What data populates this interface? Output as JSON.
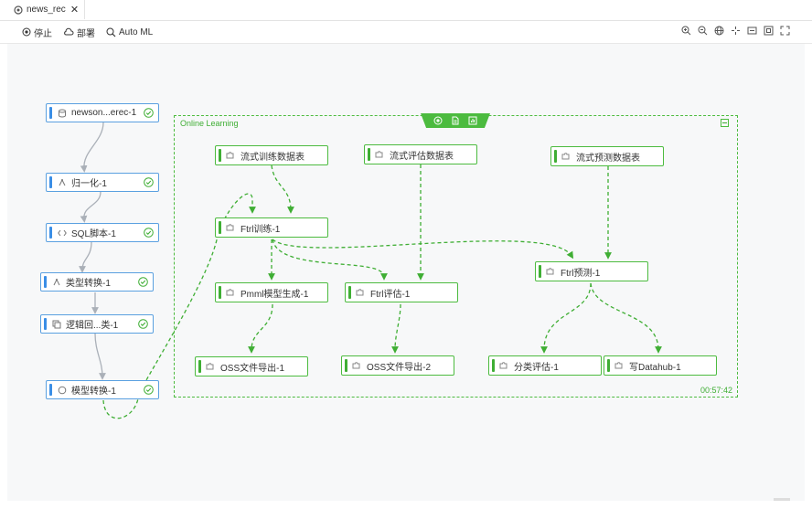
{
  "tab": {
    "title": "news_rec",
    "close": "✕"
  },
  "toolbar": {
    "stop": "停止",
    "deploy": "部署",
    "automl": "Auto ML"
  },
  "right_icons": [
    "zoom-in-icon",
    "zoom-out-icon",
    "globe-icon",
    "fit-icon",
    "minimap-icon",
    "fullscreen-icon",
    "expand-icon"
  ],
  "left_nodes": [
    {
      "label": "newson...erec-1",
      "icon": "database-icon"
    },
    {
      "label": "归一化-1",
      "icon": "component-icon"
    },
    {
      "label": "SQL脚本-1",
      "icon": "code-icon"
    },
    {
      "label": "类型转换-1",
      "icon": "component-icon"
    },
    {
      "label": "逻辑回...类-1",
      "icon": "copy-icon"
    },
    {
      "label": "模型转换-1",
      "icon": "circle-icon"
    }
  ],
  "group": {
    "title": "Online Learning",
    "timer": "00:57:42"
  },
  "stream_nodes": [
    {
      "label": "流式训练数据表"
    },
    {
      "label": "流式评估数据表"
    },
    {
      "label": "流式预测数据表"
    },
    {
      "label": "Ftrl训练-1"
    },
    {
      "label": "Pmml模型生成-1"
    },
    {
      "label": "Ftrl评估-1"
    },
    {
      "label": "Ftrl预测-1"
    },
    {
      "label": "OSS文件导出-1"
    },
    {
      "label": "OSS文件导出-2"
    },
    {
      "label": "分类评估-1"
    },
    {
      "label": "写Datahub-1"
    }
  ],
  "colors": {
    "blue": "#3a8ee6",
    "green": "#3fae34"
  }
}
